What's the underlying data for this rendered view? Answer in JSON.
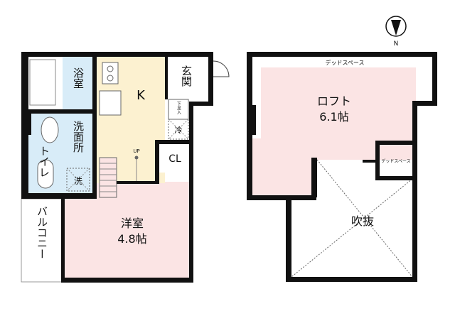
{
  "colors": {
    "wall": "#111111",
    "wet_area": "#d8ecf8",
    "kitchen": "#fcf1d0",
    "bedroom": "#fbe4e4",
    "loft": "#fbe4e4"
  },
  "floor1": {
    "bath": "浴室",
    "washroom": "洗面所",
    "toilet": "トイレ",
    "washer": "洗",
    "kitchen": "K",
    "entrance": "玄関",
    "shoe_box": "下足入",
    "fridge": "冷",
    "stairs_up": "UP",
    "closet": "CL",
    "bedroom": "洋室",
    "bedroom_size": "4.8帖",
    "balcony": "バルコニー"
  },
  "floor2": {
    "dead_space_top": "デッドスペース",
    "loft": "ロフト",
    "loft_size": "6.1帖",
    "dead_space_small": "デッドスペース",
    "void": "吹抜"
  },
  "compass": {
    "icon": "north-arrow-icon",
    "label": "N"
  }
}
